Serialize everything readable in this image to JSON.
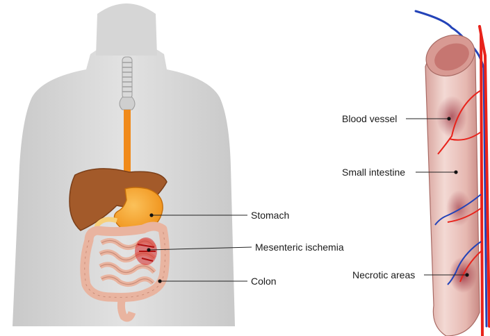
{
  "labels": {
    "stomach": "Stomach",
    "mesenteric_ischemia": "Mesenteric ischemia",
    "colon": "Colon",
    "blood_vessel": "Blood vessel",
    "small_intestine": "Small intestine",
    "necrotic_areas": "Necrotic areas"
  },
  "colors": {
    "body": "#d4d4d4",
    "liver": "#a35a2a",
    "stomach": "#f29a1c",
    "esophagus": "#f08a1a",
    "intestine": "#e9b4a0",
    "ischemia": "#d62828",
    "vessel_red": "#e8231b",
    "vessel_blue": "#2343b8",
    "tube": "#eac3bd"
  }
}
